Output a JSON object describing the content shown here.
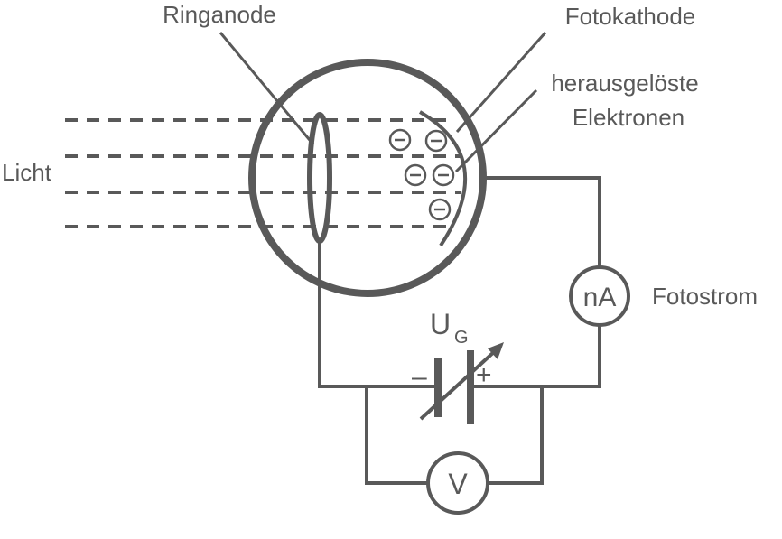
{
  "labels": {
    "ringanode": "Ringanode",
    "fotokathode": "Fotokathode",
    "electrons_line1": "herausgelöste",
    "electrons_line2": "Elektronen",
    "licht": "Licht",
    "fotostrom": "Fotostrom",
    "ammeter": "nA",
    "voltmeter": "V",
    "voltage_main": "U",
    "voltage_sub": "G",
    "minus": "–",
    "plus": "+",
    "electron_symbol": "⊖"
  },
  "colors": {
    "stroke": "#595959",
    "background": "#ffffff"
  }
}
